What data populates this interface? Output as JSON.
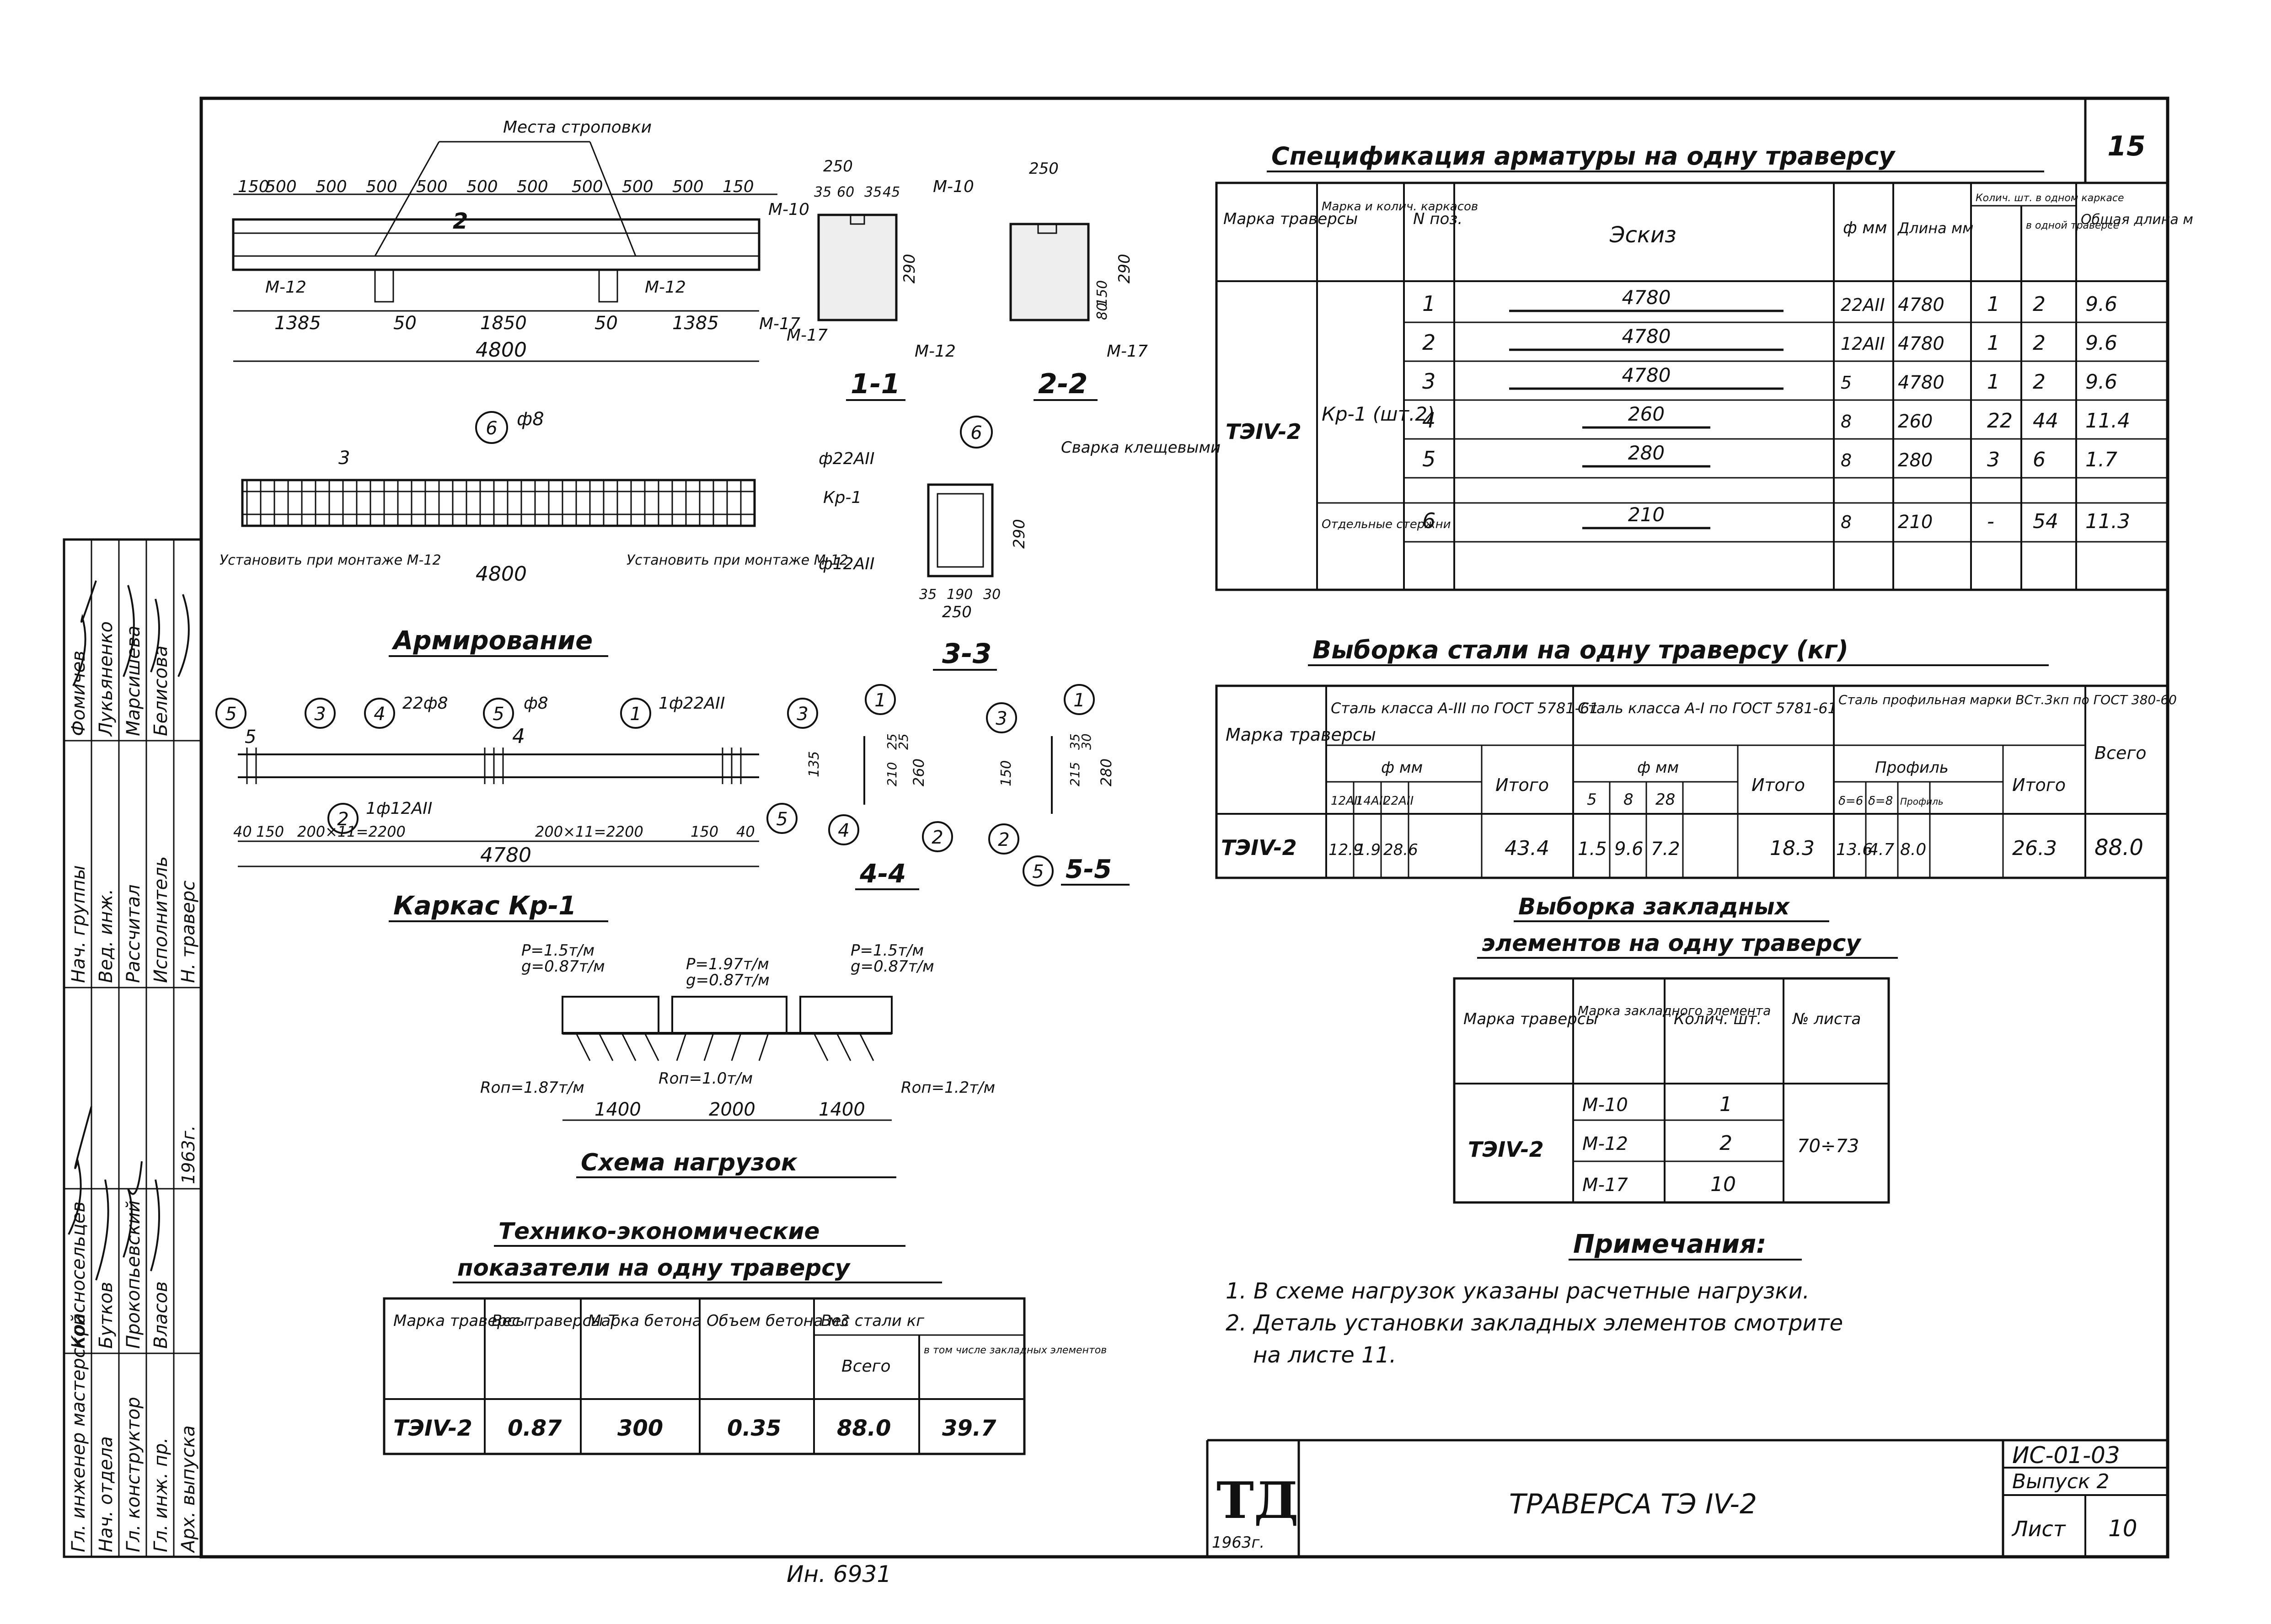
{
  "sheet_number": "15",
  "drawing_code": "ИС-01-03",
  "issue": "Выпуск 2",
  "sheet_label": "Лист",
  "sheet_no": "10",
  "logo_text": "ТД",
  "year": "1963г.",
  "title_block_name": "ТРАВЕРСА ТЭ IV-2",
  "inventory": "Ин. 6931",
  "spec_table": {
    "title": "Спецификация арматуры на одну траверсу",
    "headers": [
      "Марка траверсы",
      "Марка и колич. каркасов",
      "N поз.",
      "Эскиз",
      "ф мм",
      "Длина мм",
      "Колич. шт. в одном каркасе",
      "в одной траверсе",
      "Общая длина м"
    ],
    "merged": {
      "mark": "ТЭIV-2",
      "group": "Кр-1 (шт.2)",
      "single": "Отдельные стержни"
    },
    "rows": [
      {
        "pos": "1",
        "sketch": "4780",
        "d": "22AII",
        "len": "4780",
        "n1": "1",
        "n2": "2",
        "total": "9.6"
      },
      {
        "pos": "2",
        "sketch": "4780",
        "d": "12AII",
        "len": "4780",
        "n1": "1",
        "n2": "2",
        "total": "9.6"
      },
      {
        "pos": "3",
        "sketch": "4780",
        "d": "5",
        "len": "4780",
        "n1": "1",
        "n2": "2",
        "total": "9.6"
      },
      {
        "pos": "4",
        "sketch": "260",
        "d": "8",
        "len": "260",
        "n1": "22",
        "n2": "44",
        "total": "11.4"
      },
      {
        "pos": "5",
        "sketch": "280",
        "d": "8",
        "len": "280",
        "n1": "3",
        "n2": "6",
        "total": "1.7"
      },
      {
        "pos": "6",
        "sketch": "210",
        "d": "8",
        "len": "210",
        "n1": "-",
        "n2": "54",
        "total": "11.3"
      }
    ]
  },
  "steel_table": {
    "title": "Выборка стали на одну траверсу (кг)",
    "col_mark": "Марка траверсы",
    "group1": "Сталь класса A-III по ГОСТ 5781-61",
    "group2": "Сталь класса A-I по ГОСТ 5781-61",
    "group3": "Сталь профильная марки ВСт.3кп по ГОСТ 380-60",
    "sub1": "ф мм",
    "sub2": "ф мм",
    "sub3": "Профиль",
    "itogo": "Итого",
    "total_header": "Всего",
    "d1": [
      "12AII",
      "14AII",
      "22AII"
    ],
    "d2": [
      "5",
      "8",
      "28"
    ],
    "d3": [
      "δ=6",
      "δ=8",
      "Профиль"
    ],
    "row": {
      "mark": "ТЭIV-2",
      "a3": [
        "12.9",
        "1.9",
        "28.6"
      ],
      "a3_total": "43.4",
      "a1": [
        "1.5",
        "9.6",
        "7.2"
      ],
      "a1_total": "18.3",
      "p": [
        "13.6",
        "4.7",
        "8.0"
      ],
      "p_total": "26.3",
      "total": "88.0"
    }
  },
  "embed_table": {
    "title_line1": "Выборка закладных",
    "title_line2": "элементов на одну траверсу",
    "headers": [
      "Марка траверсы",
      "Марка закладного элемента",
      "Колич. шт.",
      "№ листа"
    ],
    "mark": "ТЭIV-2",
    "rows": [
      {
        "el": "М-10",
        "n": "1"
      },
      {
        "el": "М-12",
        "n": "2"
      },
      {
        "el": "М-17",
        "n": "10"
      }
    ],
    "sheets": "70÷73"
  },
  "notes": {
    "title": "Примечания:",
    "items": [
      "1. В схеме нагрузок указаны расчетные нагрузки.",
      "2. Деталь установки закладных элементов смотрите",
      "на листе 11."
    ]
  },
  "tech_table": {
    "title_line1": "Технико-экономические",
    "title_line2": "показатели на одну траверсу",
    "headers": [
      "Марка траверсы",
      "Вес траверсы Т",
      "Марка бетона",
      "Объем бетона м3",
      "Вес стали кг"
    ],
    "sub_headers": [
      "Всего",
      "в том числе закладных элементов"
    ],
    "row": [
      "ТЭIV-2",
      "0.87",
      "300",
      "0.35",
      "88.0",
      "39.7"
    ]
  },
  "drawings": {
    "elevation": {
      "note": "Места строповки",
      "dims_top": [
        "150",
        "500",
        "500",
        "500",
        "500",
        "500",
        "500",
        "500",
        "500",
        "500",
        "150"
      ],
      "dims_bottom": [
        "1385",
        "50",
        "1850",
        "50",
        "1385"
      ],
      "overall": "4800",
      "marks": [
        "М-10",
        "М-12",
        "М-12",
        "М-17"
      ],
      "section_ref": "2"
    },
    "section_1": {
      "label": "1-1",
      "marks": [
        "М-10",
        "М-12",
        "М-17"
      ],
      "dims": [
        "250",
        "290",
        "35",
        "60",
        "35",
        "45"
      ]
    },
    "section_2": {
      "label": "2-2",
      "marks": [
        "М-17"
      ],
      "dims": [
        "250",
        "290",
        "150",
        "80"
      ]
    },
    "reinforcement": {
      "label": "Армирование",
      "bar": "ф8",
      "callout": "6",
      "note_left": "Установить при монтаже М-12",
      "note_right": "Установить при монтаже М-12",
      "length": "4800",
      "section_ref": "3"
    },
    "section_3": {
      "label": "3-3",
      "bar_top": "ф22AII",
      "frame": "Кр-1",
      "bar_bottom": "ф12AII",
      "weld": "Сварка клещевыми",
      "callout": "6",
      "dims": [
        "35",
        "190",
        "30",
        "250",
        "290"
      ]
    },
    "frame": {
      "label": "Каркас Кр-1",
      "bars": [
        "22ф8",
        "ф8",
        "1ф22AII",
        "1ф12AII"
      ],
      "callouts": [
        "5",
        "3",
        "4",
        "5",
        "1",
        "2",
        "5"
      ],
      "dims": [
        "40",
        "150",
        "200×11=2200",
        "200×11=2200",
        "150",
        "40"
      ],
      "length": "4780",
      "section_ref_4": "4",
      "section_ref_5": "5"
    },
    "section_4": {
      "label": "4-4",
      "callouts": [
        "3",
        "1",
        "4",
        "2"
      ],
      "dims": [
        "135",
        "25",
        "210",
        "25",
        "260"
      ]
    },
    "section_5": {
      "label": "5-5",
      "callouts": [
        "3",
        "1",
        "2",
        "5"
      ],
      "dims": [
        "150",
        "35",
        "215",
        "30",
        "280"
      ]
    },
    "loads": {
      "label": "Схема нагрузок",
      "load_left": "P=1.5т/м",
      "load_left_g": "g=0.87т/м",
      "load_mid": "P=1.97т/м",
      "load_mid_g": "g=0.87т/м",
      "load_right": "P=1.5т/м",
      "load_right_g": "g=0.87т/м",
      "react_left": "Rоп=1.87т/м",
      "react_mid": "Rоп=1.0т/м",
      "react_right": "Rоп=1.2т/м",
      "spans": [
        "1400",
        "2000",
        "1400"
      ]
    }
  },
  "signature_block": {
    "roles": [
      "Гл. инженер мастерской",
      "Нач. отдела",
      "Гл. конструктор",
      "Гл. инж. пр.",
      "Арх. выпуска"
    ],
    "roles2": [
      "Нач. группы",
      "Вед. инж.",
      "Рассчитал",
      "Исполнитель",
      "Н. траверс"
    ],
    "names": [
      "Красносельцев",
      "Бутков",
      "Прокопьевский",
      "Власов"
    ],
    "names2": [
      "Фомичев",
      "Лукьяненко",
      "Марсишева",
      "Белисова"
    ],
    "date": "1963г."
  }
}
